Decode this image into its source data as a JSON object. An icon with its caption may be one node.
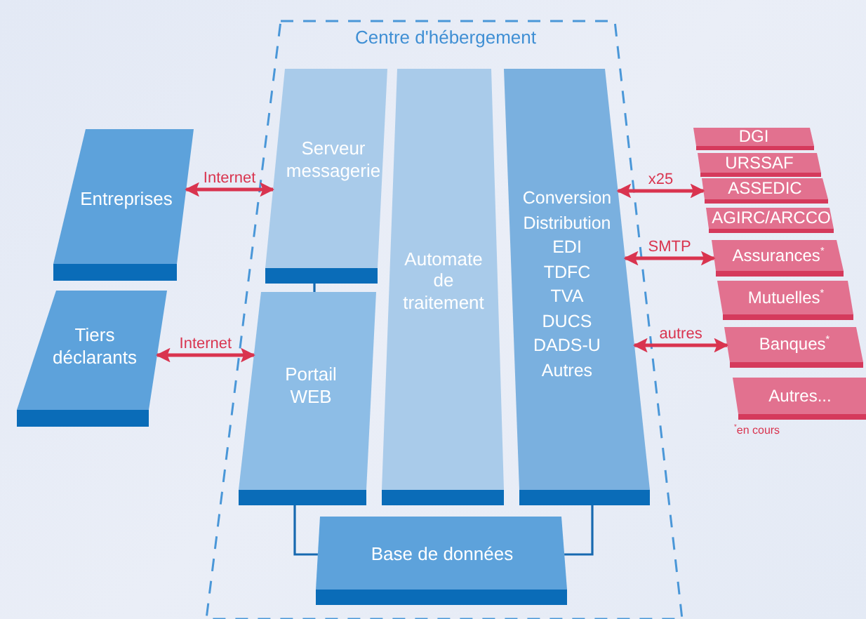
{
  "diagram": {
    "nodes": [
      {
        "text": [
          "Centre d'hébergement"
        ]
      },
      {
        "text": [
          "Serveur messagerie"
        ],
        "in": 0
      },
      {
        "text": [
          "Automate de traitement"
        ],
        "in": 0
      },
      {
        "text": [
          "Conversion",
          "Distribution",
          "EDI",
          "TDFC",
          "TVA",
          "DUCS",
          "DADS-U",
          "Autres"
        ],
        "in": 0
      },
      {
        "text": [
          "Portail WEB"
        ],
        "in": 0
      },
      {
        "text": [
          "Base de données"
        ],
        "in": 0
      },
      {
        "text": [
          "Entreprises"
        ]
      },
      {
        "text": [
          "Tiers déclarants"
        ]
      },
      {
        "text": [
          "DGI"
        ]
      },
      {
        "text": [
          "URSSAF"
        ]
      },
      {
        "text": [
          "ASSEDIC"
        ]
      },
      {
        "text": [
          "AGIRC/ARCCO"
        ]
      },
      {
        "text": [
          "Assurances$^{*}$"
        ]
      },
      {
        "text": [
          "Mutuelles$^{*}$"
        ]
      },
      {
        "text": [
          "Banques$^{*}$"
        ]
      },
      {
        "text": [
          "Autres..."
        ],
        "beside": [
          "$^{*}$en cours"
        ]
      }
    ],
    "edges": [
      {
        "from": 6,
        "to": 1,
        "arrow": "both",
        "label": "Internet"
      },
      {
        "from": 7,
        "to": 4,
        "arrow": "both",
        "label": "Internet"
      },
      {
        "from": 1,
        "to": 4,
        "arrow": "none",
        "color": "#1769b0"
      },
      {
        "from": 4,
        "to": 5,
        "arrow": "none",
        "color": "#1769b0"
      },
      {
        "from": 3,
        "to": 5,
        "arrow": "none",
        "color": "#1769b0"
      },
      {
        "from": 3,
        "to": 10,
        "arrow": "both",
        "label": "x25"
      },
      {
        "from": 3,
        "to": 12,
        "arrow": "both",
        "label": "SMTP"
      },
      {
        "from": 3,
        "to": 14,
        "arrow": "both",
        "label": "autres"
      }
    ]
  }
}
